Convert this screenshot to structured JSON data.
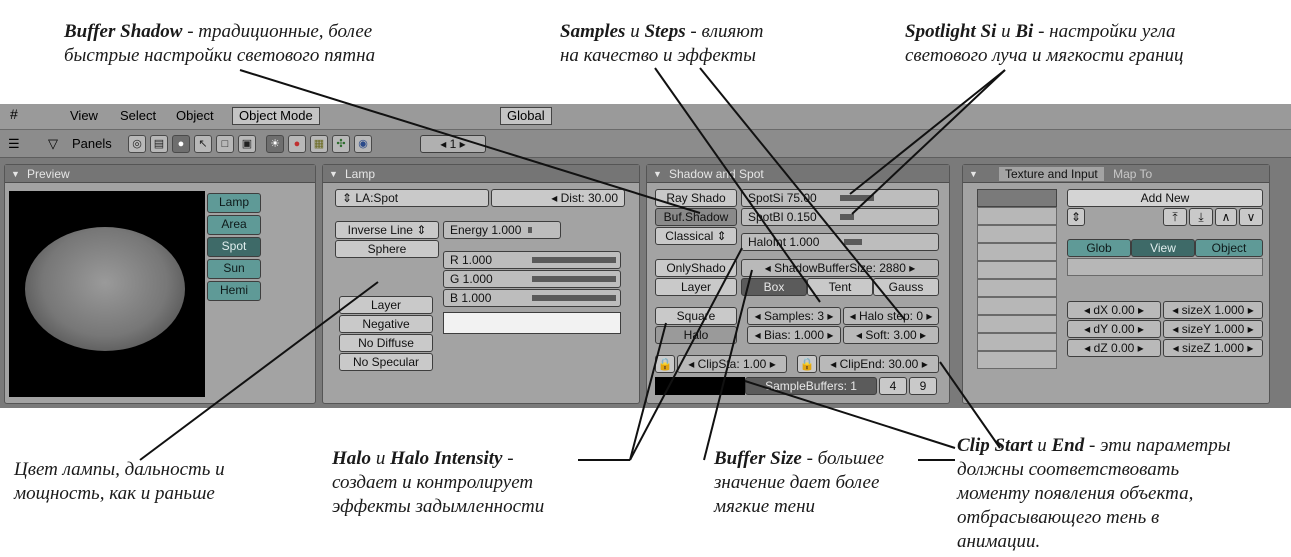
{
  "annotations": {
    "buffer_shadow": {
      "bold": "Buffer Shadow",
      "rest1": " - традиционные, более",
      "line2": "быстрые настройки светового пятна"
    },
    "samples_steps": {
      "bold1": "Samples",
      "mid": " и ",
      "bold2": "Steps",
      "rest1": " - влияют",
      "line2": "на качество и эффекты"
    },
    "spotlight": {
      "bold1": "Spotlight Si",
      "mid": " и ",
      "bold2": "Bi",
      "rest1": " - настройки угла",
      "line2": "светового луча и мягкости границ"
    },
    "lamp_color": {
      "line1": "Цвет лампы, дальность и",
      "line2": "мощность, как и раньше"
    },
    "halo": {
      "bold1": "Halo",
      "mid": " и ",
      "bold2": "Halo Intensity",
      "rest1": " -",
      "line2": "создает и контролирует",
      "line3": "эффекты задымленности"
    },
    "buffer_size": {
      "bold": "Buffer Size",
      "rest1": " - большее",
      "line2": "значение дает более",
      "line3": "мягкие тени"
    },
    "clip": {
      "bold1": "Clip Start",
      "mid": " и ",
      "bold2": "End",
      "rest1": " - эти параметры",
      "line2": "должны соответствовать",
      "line3": "моменту появления объекта,",
      "line4": "отбрасывающего тень в",
      "line5": "анимации."
    }
  },
  "topbar": {
    "view": "View",
    "select": "Select",
    "object": "Object",
    "mode": "Object Mode",
    "orientation": "Global"
  },
  "header2": {
    "panels_label": "Panels",
    "frame": "1"
  },
  "preview": {
    "title": "Preview",
    "types": [
      "Lamp",
      "Area",
      "Spot",
      "Sun",
      "Hemi"
    ],
    "selected": "Spot"
  },
  "lamp": {
    "title": "Lamp",
    "name": "LA:Spot",
    "dist": "Dist: 30.00",
    "falloff": "Inverse Line",
    "sphere": "Sphere",
    "energy": "Energy 1.000",
    "r": "R 1.000",
    "g": "G 1.000",
    "b": "B 1.000",
    "layer": "Layer",
    "negative": "Negative",
    "no_diffuse": "No Diffuse",
    "no_specular": "No Specular",
    "color": "#f2f2f2"
  },
  "shadow": {
    "title": "Shadow and Spot",
    "ray_shadow": "Ray Shado",
    "buf_shadow": "Buf.Shadow",
    "classical": "Classical",
    "only_shadow": "OnlyShado",
    "layer": "Layer",
    "square": "Square",
    "halo": "Halo",
    "spotsi": "SpotSi 75.00",
    "spotbl": "SpotBl 0.150",
    "haloint": "HaloInt 1.000",
    "buffer_size": "ShadowBufferSize: 2880",
    "filter": [
      "Box",
      "Tent",
      "Gauss"
    ],
    "filter_selected": "Box",
    "samples": "Samples: 3",
    "halo_step": "Halo step: 0",
    "bias": "Bias: 1.000",
    "soft": "Soft: 3.00",
    "clipsta": "ClipSta: 1.00",
    "clipend": "ClipEnd: 30.00",
    "samplebuffers": "SampleBuffers: 1",
    "sb4": "4",
    "sb9": "9"
  },
  "texture": {
    "tab1": "Texture and Input",
    "tab2": "Map To",
    "add_new": "Add New",
    "coords": [
      "Glob",
      "View",
      "Object"
    ],
    "coords_selected": "View",
    "dx": "dX 0.00",
    "dy": "dY 0.00",
    "dz": "dZ 0.00",
    "sizex": "sizeX 1.000",
    "sizey": "sizeY 1.000",
    "sizez": "sizeZ 1.000"
  }
}
